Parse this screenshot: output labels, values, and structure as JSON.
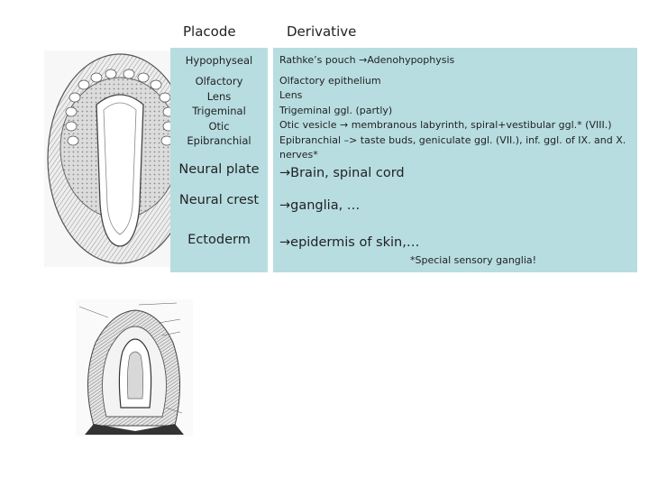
{
  "headers": {
    "placode": "Placode",
    "derivative": "Derivative"
  },
  "placodes": {
    "hypophyseal": "Hypophyseal",
    "olfactory": "Olfactory",
    "lens": "Lens",
    "trigeminal": "Trigeminal",
    "otic": "Otic",
    "epibranchial": "Epibranchial"
  },
  "tissues": {
    "neural_plate": "Neural plate",
    "neural_crest": "Neural crest",
    "ectoderm": "Ectoderm"
  },
  "derivatives": {
    "rathke": "Rathke’s pouch →Adenohypophysis",
    "olfactory": "Olfactory epithelium",
    "lens": "Lens",
    "trigeminal": "Trigeminal ggl. (partly)",
    "otic": "Otic vesicle → membranous labyrinth, spiral+vestibular ggl.* (VIII.)",
    "epibranchial": "Epibranchial –> taste buds, geniculate ggl. (VII.), inf. ggl. of IX. and X. nerves*",
    "neural_plate": "→Brain, spinal cord",
    "neural_crest": "→ganglia, …",
    "ectoderm": "→epidermis of skin,…"
  },
  "footnote": "*Special sensory ganglia!"
}
